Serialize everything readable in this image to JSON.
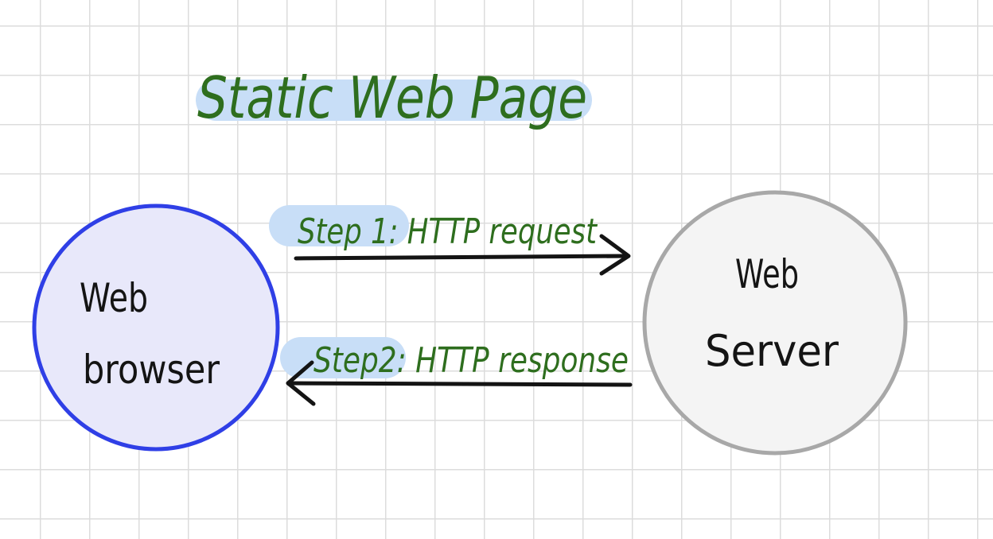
{
  "title": "Static Web Page",
  "nodes": {
    "browser": {
      "line1": "Web",
      "line2": "browser",
      "fill_color": "#e8e8fa",
      "stroke_color": "#2f3fe6"
    },
    "server": {
      "line1": "Web",
      "line2": "Server",
      "fill_color": "#f4f4f4",
      "stroke_color": "#a8a8a8"
    }
  },
  "arrows": {
    "request": {
      "label": "Step 1: HTTP request",
      "direction": "browser-to-server"
    },
    "response": {
      "label": "Step2: HTTP response",
      "direction": "server-to-browser"
    }
  },
  "colors": {
    "label_text": "#2e6e1e",
    "highlight": "#c8def7",
    "arrow": "#141414",
    "grid": "#dcdcdc"
  }
}
